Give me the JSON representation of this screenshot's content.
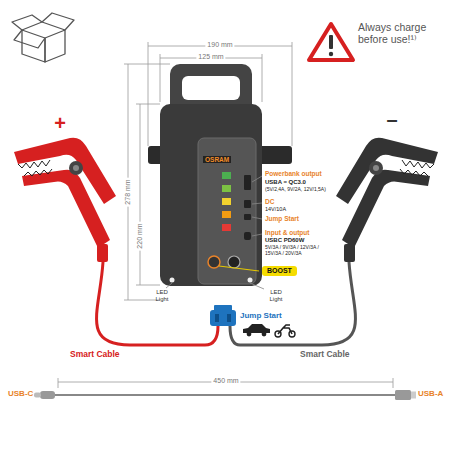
{
  "diagram": {
    "nodes": [
      {
        "text": [
          "BOOST"
        ]
      }
    ],
    "labels": [
      "Always charge before use!¹⁾",
      "190 mm",
      "125 mm",
      "278 mm",
      "220 mm",
      "+",
      "–",
      "OSRAM",
      "Powerbank output",
      "USBA = QC3.0",
      "(5V/2,4A, 9V/2A, 12V/1,5A)",
      "DC",
      "14V/10A",
      "Jump Start",
      "Input & output",
      "USBC PD60W",
      "5V/3A / 9V/3A / 12V/3A / 15V/3A / 20V/3A",
      "LED Light",
      "LED Light",
      "Jump Start",
      "Smart Cable",
      "Smart Cable",
      "USB-C",
      "450 mm",
      "USB-A"
    ]
  }
}
